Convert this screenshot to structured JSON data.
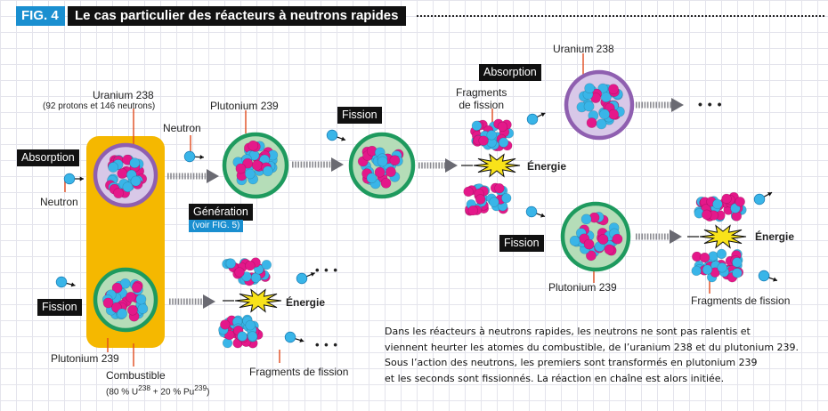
{
  "figure": {
    "tag": "FIG. 4",
    "title": "Le cas particulier des réacteurs à neutrons rapides"
  },
  "labels": {
    "uranium_238": "Uranium 238",
    "uranium_238_detail": "(92 protons et 146 neutrons)",
    "neutron": "Neutron",
    "neutron_left": "Neutron",
    "plutonium_239": "Plutonium 239",
    "plutonium_239_bottom_left": "Plutonium 239",
    "plutonium_239_right": "Plutonium 239",
    "uranium_238_top_right": "Uranium 238",
    "fragments_de_fission_top": "Fragments\nde fission",
    "fragments_de_fission_bottom": "Fragments de fission",
    "fragments_de_fission_right": "Fragments de fission",
    "combustible": "Combustible",
    "combustible_detail": "(80 % U238 + 20 % Pu239)",
    "energie_1": "Énergie",
    "energie_2": "Énergie",
    "energie_3": "Énergie"
  },
  "tags": {
    "absorption_left": "Absorption",
    "fission_left": "Fission",
    "generation": "Génération",
    "generation_ref": "(voir FIG. 5)",
    "fission_mid": "Fission",
    "absorption_right": "Absorption",
    "fission_right": "Fission"
  },
  "ellipses": {
    "top": "• • •",
    "bottom": "• • •",
    "right": "• • •"
  },
  "paragraph": [
    "Dans les réacteurs à neutrons rapides, les neutrons ne sont pas ralentis et",
    "viennent heurter les atomes du combustible, de l’uranium 238 et du plutonium 239.",
    "Sous l’action des neutrons, les premiers sont transformés en plutonium 239",
    "et les seconds sont fissionnés. La réaction en chaîne est alors initiée."
  ],
  "colors": {
    "proton": "#e4188a",
    "neutron": "#39b5e8",
    "uranium_ring": "#8f5fb0",
    "uranium_fill": "#d8c8e8",
    "plutonium_ring": "#1e9a5e",
    "plutonium_fill": "#b5ddb8",
    "fuel_block": "#f5b800",
    "accent_blue": "#1a8fd0"
  }
}
